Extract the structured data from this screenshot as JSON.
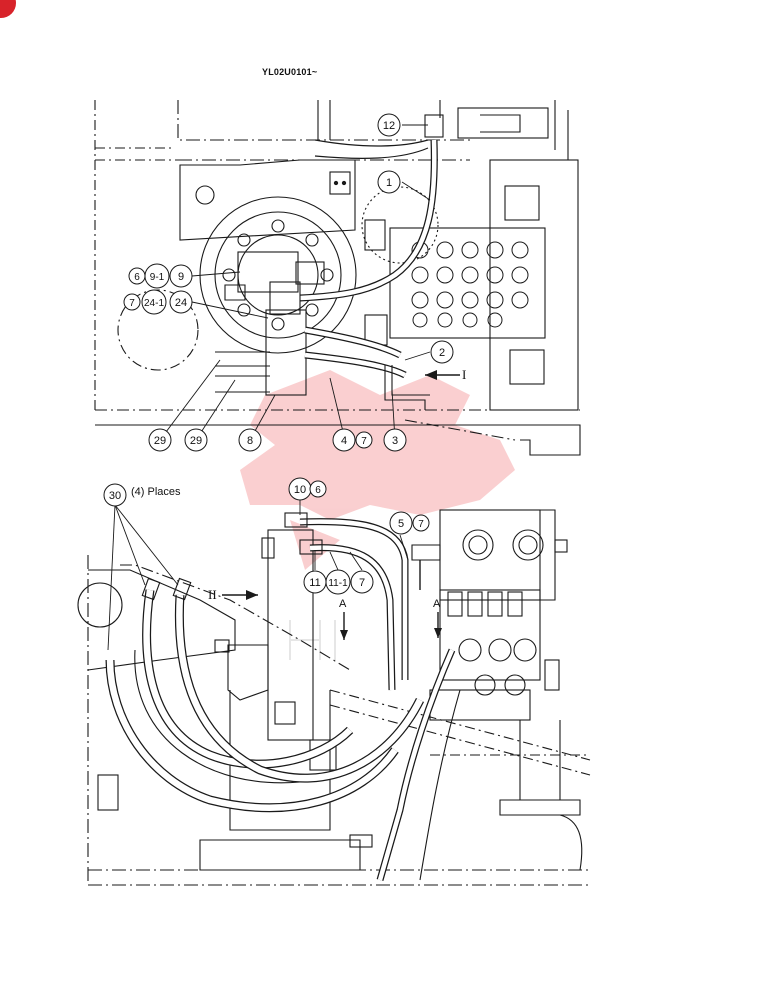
{
  "figure_code": "YL02U0101~",
  "places_note": "(4) Places",
  "view_labels": {
    "view_1": "I",
    "view_2": "II",
    "section_a_left": "A",
    "section_a_right": "A"
  },
  "callouts_top": [
    "12",
    "1",
    "6",
    "9-1",
    "9",
    "7",
    "24-1",
    "24",
    "2",
    "29",
    "29",
    "8",
    "4",
    "7",
    "3"
  ],
  "callouts_bottom": [
    "30",
    "10",
    "6",
    "5",
    "7",
    "11",
    "11-1",
    "7"
  ],
  "colors": {
    "line": "#1a1a1a",
    "watermark": "#e8262b",
    "corner_mark": "#d8232a"
  },
  "icons": [
    "arrow-icon",
    "watermark-logo"
  ]
}
